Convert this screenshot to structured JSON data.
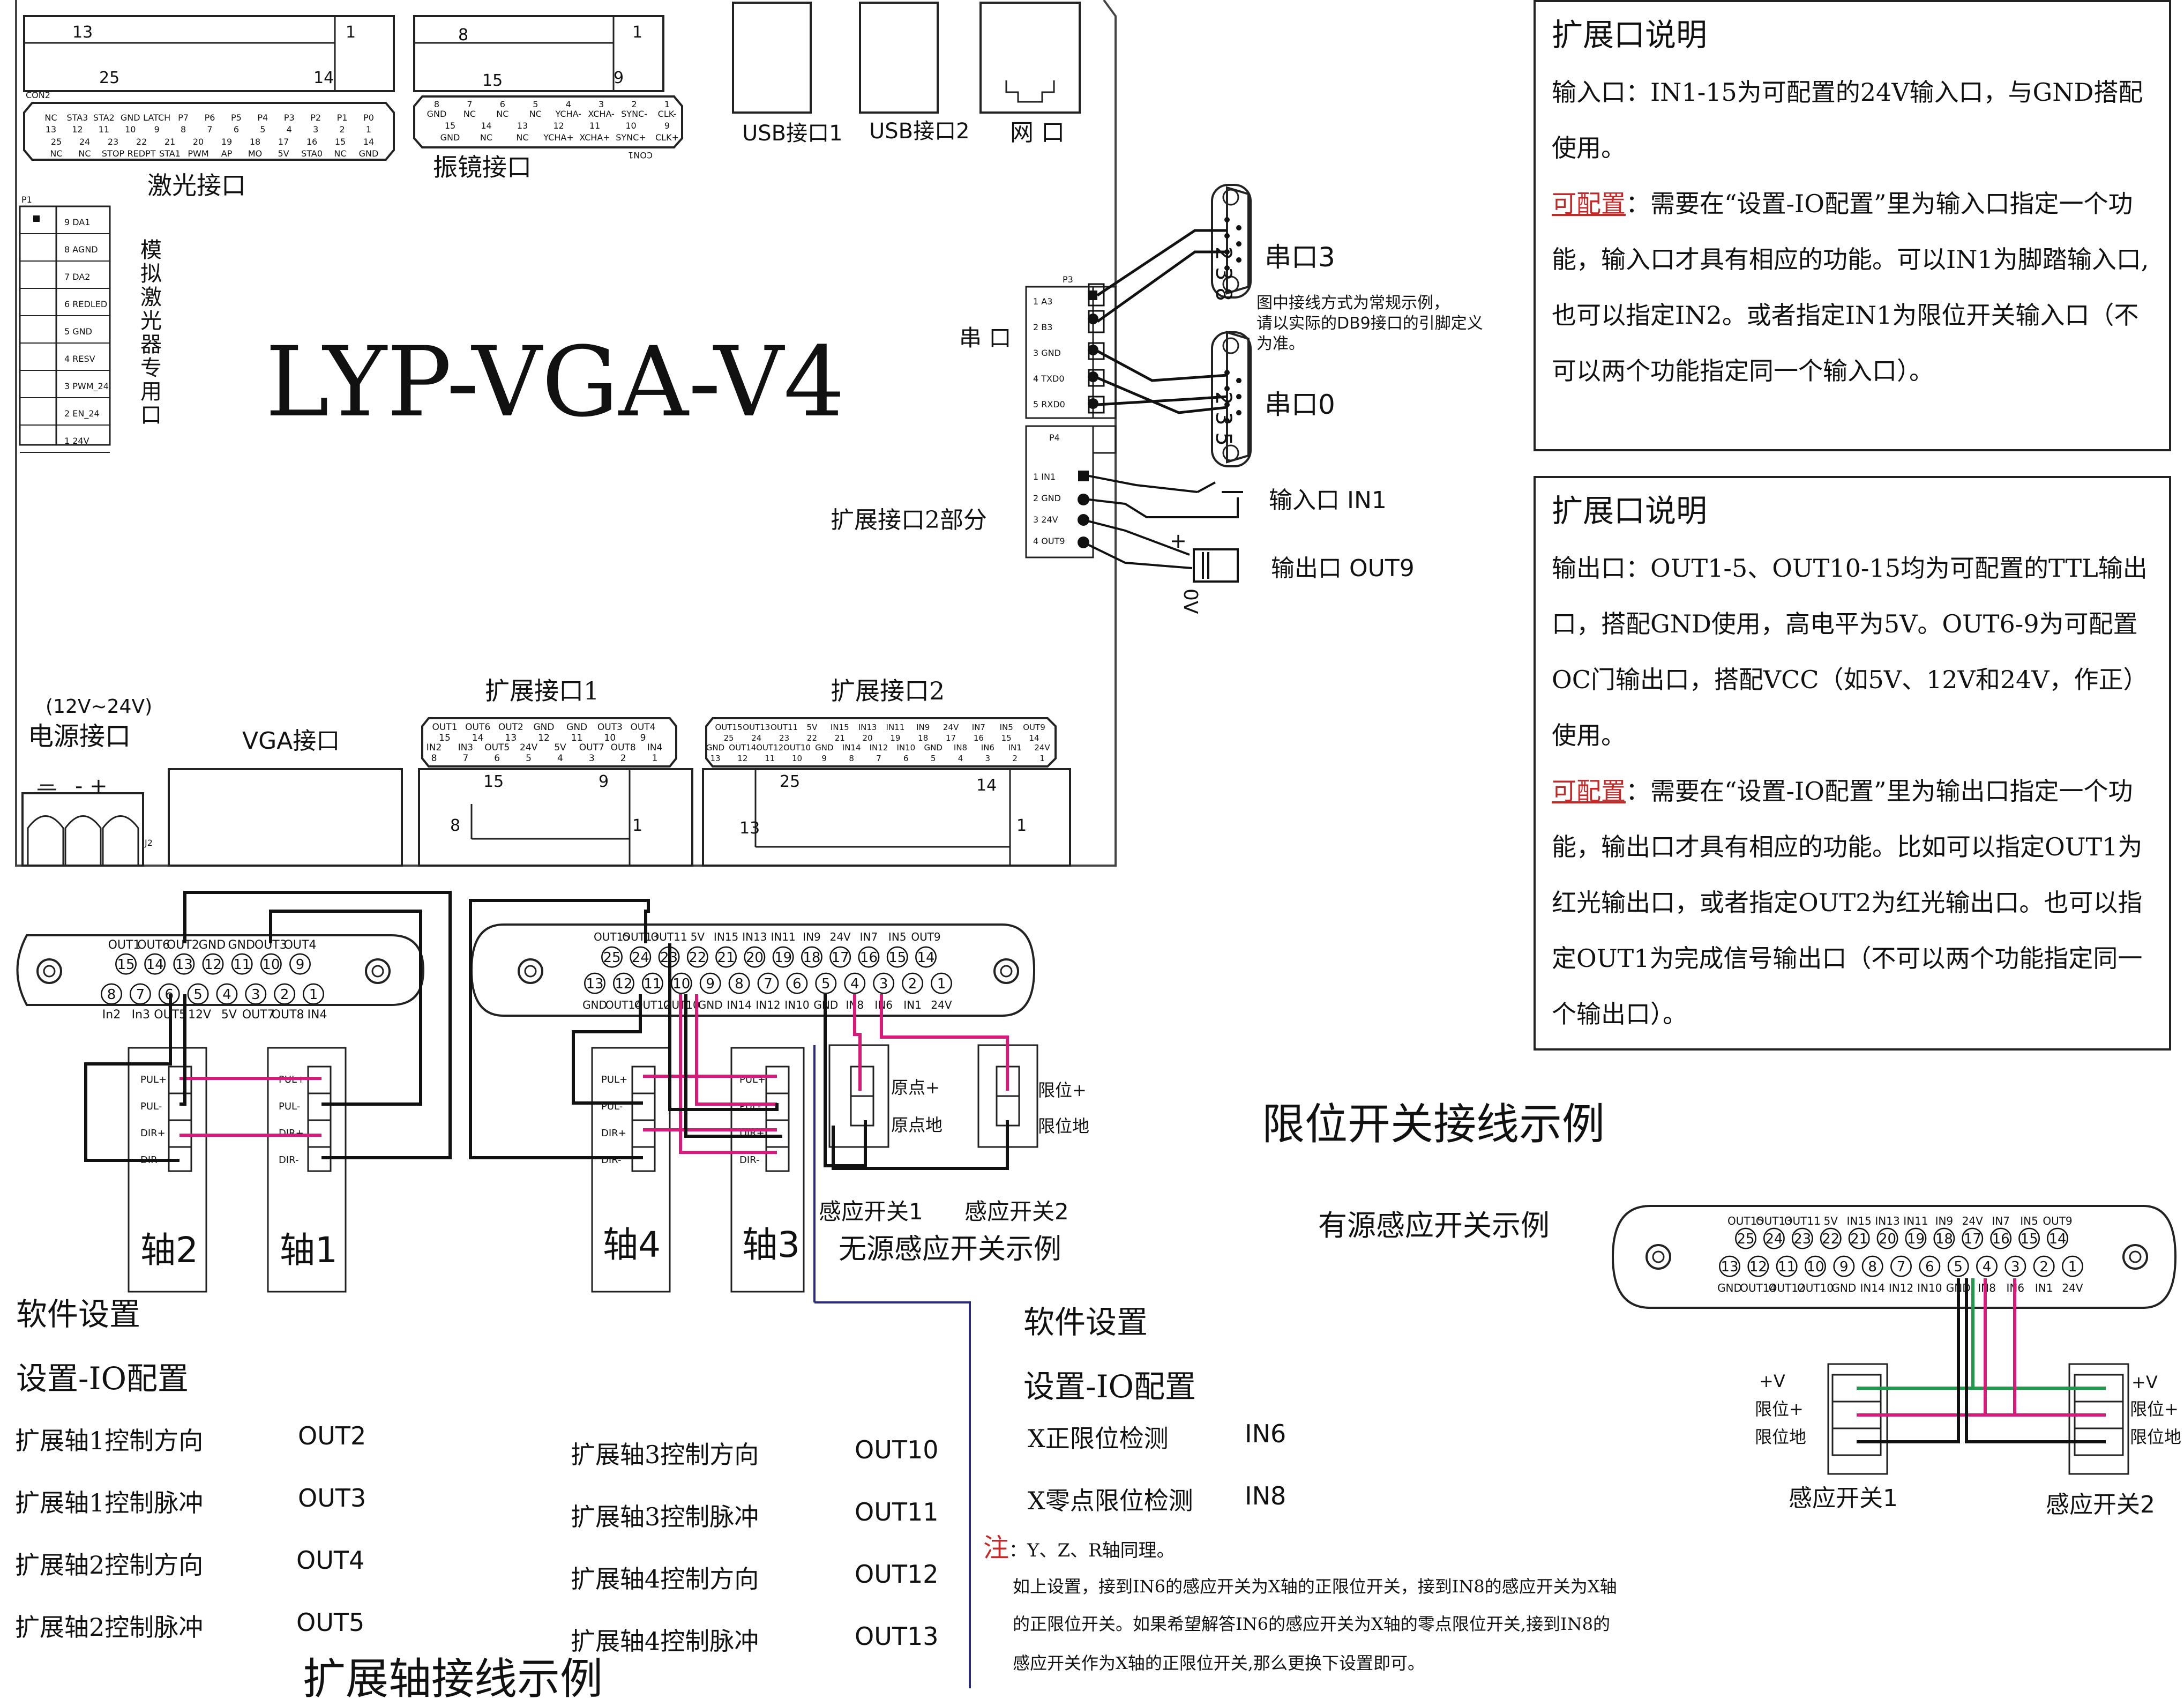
{
  "board": {
    "title": "LYP-VGA-V4",
    "con2": "CON2",
    "con1": "CON1",
    "laser_port": "激光接口",
    "galvo_port": "振镜接口",
    "usb1": "USB接口1",
    "usb2": "USB接口2",
    "network": "网 口",
    "p1": "P1",
    "p3": "P3",
    "p4": "P4",
    "j2": "J2",
    "analog_label": "模拟激光器专用口",
    "serial": "串 口",
    "serial3": "串口3",
    "serial0": "串口0",
    "serial_note": "图中接线方式为常规示例，请以实际的DB9接口的引脚定义为准。",
    "db9_pins_top": "2 3 8",
    "db9_pins_bottom": "2 3 5",
    "exp2_part": "扩展接口2部分",
    "input_in1": "输入口 IN1",
    "output_out9": "输出口 OUT9",
    "plus": "+",
    "zero_v": "0V",
    "power_voltage": "(12V~24V)",
    "power_port": "电源接口",
    "power_signs": "- +",
    "vga_port": "VGA接口",
    "exp1_title": "扩展接口1",
    "exp2_title": "扩展接口2",
    "con2_nums": {
      "a": "13",
      "b": "1",
      "c": "25",
      "d": "14"
    },
    "con1_nums": {
      "a": "8",
      "b": "1",
      "c": "15",
      "d": "9"
    },
    "exp1_nums": {
      "a": "15",
      "b": "9",
      "c": "8",
      "d": "1"
    },
    "exp2_nums": {
      "a": "25",
      "b": "14",
      "c": "13",
      "d": "1"
    },
    "laser_top_names": [
      "NC",
      "STA3",
      "STA2",
      "GND",
      "LATCH",
      "P7",
      "P6",
      "P5",
      "P4",
      "P3",
      "P2",
      "P1",
      "P0"
    ],
    "laser_top_nums": [
      "13",
      "12",
      "11",
      "10",
      "9",
      "8",
      "7",
      "6",
      "5",
      "4",
      "3",
      "2",
      "1"
    ],
    "laser_bot_names": [
      "NC",
      "NC",
      "STOP",
      "REDPT",
      "STA1",
      "PWM",
      "AP",
      "MO",
      "5V",
      "STA0",
      "NC",
      "GND"
    ],
    "laser_bot_nums": [
      "25",
      "24",
      "23",
      "22",
      "21",
      "20",
      "19",
      "18",
      "17",
      "16",
      "15",
      "14"
    ],
    "galvo_top_names": [
      "GND",
      "NC",
      "NC",
      "NC",
      "YCHA-",
      "XCHA-",
      "SYNC-",
      "CLK-"
    ],
    "galvo_top_nums": [
      "8",
      "7",
      "6",
      "5",
      "4",
      "3",
      "2",
      "1"
    ],
    "galvo_bot_names": [
      "GND",
      "NC",
      "NC",
      "YCHA+",
      "XCHA+",
      "SYNC+",
      "CLK+"
    ],
    "galvo_bot_nums": [
      "15",
      "14",
      "13",
      "12",
      "11",
      "10",
      "9"
    ],
    "p1_pins": [
      "9 DA1",
      "8 AGND",
      "7 DA2",
      "6 REDLED",
      "5 GND",
      "4 RESV",
      "3 PWM_24",
      "2 EN_24",
      "1 24V"
    ],
    "p3_pins": [
      "1 A3",
      "2 B3",
      "3 GND",
      "4 TXD0",
      "5 RXD0"
    ],
    "p4_pins": [
      "1 IN1",
      "2 GND",
      "3 24V",
      "4 OUT9"
    ],
    "exp1_pin_top_names": [
      "OUT1",
      "OUT6",
      "OUT2",
      "GND",
      "GND",
      "OUT3",
      "OUT4"
    ],
    "exp1_pin_top_nums": [
      "15",
      "14",
      "13",
      "12",
      "11",
      "10",
      "9"
    ],
    "exp1_pin_bot_names": [
      "IN2",
      "IN3",
      "OUT5",
      "24V",
      "5V",
      "OUT7",
      "OUT8",
      "IN4"
    ],
    "exp1_pin_bot_nums": [
      "8",
      "7",
      "6",
      "5",
      "4",
      "3",
      "2",
      "1"
    ],
    "exp2_pin_top_names": [
      "OUT15",
      "OUT13",
      "OUT11",
      "5V",
      "IN15",
      "IN13",
      "IN11",
      "IN9",
      "24V",
      "IN7",
      "IN5",
      "OUT9"
    ],
    "exp2_pin_top_nums": [
      "25",
      "24",
      "23",
      "22",
      "21",
      "20",
      "19",
      "18",
      "17",
      "16",
      "15",
      "14"
    ],
    "exp2_pin_bot_names": [
      "GND",
      "OUT14",
      "OUT12",
      "OUT10",
      "GND",
      "IN14",
      "IN12",
      "IN10",
      "GND",
      "IN8",
      "IN6",
      "IN1",
      "24V"
    ],
    "exp2_pin_bot_nums": [
      "13",
      "12",
      "11",
      "10",
      "9",
      "8",
      "7",
      "6",
      "5",
      "4",
      "3",
      "2",
      "1"
    ]
  },
  "input_box": {
    "title": "扩展口说明",
    "line1": "输入口：IN1-15为可配置的24V输入口，与GND搭配使用。",
    "configurable": "可配置",
    "line2": "：需要在“设置-IO配置”里为输入口指定一个功能，输入口才具有相应的功能。可以IN1为脚踏输入口,也可以指定IN2。或者指定IN1为限位开关输入口（不可以两个功能指定同一个输入口）。"
  },
  "output_box": {
    "title": "扩展口说明",
    "line1": "输出口：OUT1-5、OUT10-15均为可配置的TTL输出口，搭配GND使用，高电平为5V。OUT6-9为可配置OC门输出口，搭配VCC（如5V、12V和24V，作正）使用。",
    "configurable": "可配置",
    "line2": "：需要在“设置-IO配置”里为输出口指定一个功能，输出口才具有相应的功能。比如可以指定OUT1为红光输出口，或者指定OUT2为红光输出口。也可以指定OUT1为完成信号输出口（不可以两个功能指定同一个输出口）。"
  },
  "connectors": {
    "small_top_names": [
      "OUT1",
      "OUT6",
      "OUT2",
      "GND",
      "GND",
      "OUT3",
      "OUT4"
    ],
    "small_top_nums": [
      "15",
      "14",
      "13",
      "12",
      "11",
      "10",
      "9"
    ],
    "small_bot_nums": [
      "8",
      "7",
      "6",
      "5",
      "4",
      "3",
      "2",
      "1"
    ],
    "small_bot_names": [
      "In2",
      "In3",
      "OUT5",
      "12V",
      "5V",
      "OUT7",
      "OUT8",
      "IN4"
    ],
    "big_top_names": [
      "OUT15",
      "OUT13",
      "OUT11",
      "5V",
      "IN15",
      "IN13",
      "IN11",
      "IN9",
      "24V",
      "IN7",
      "IN5",
      "OUT9"
    ],
    "big_top_nums": [
      "25",
      "24",
      "23",
      "22",
      "21",
      "20",
      "19",
      "18",
      "17",
      "16",
      "15",
      "14"
    ],
    "big_bot_nums": [
      "13",
      "12",
      "11",
      "10",
      "9",
      "8",
      "7",
      "6",
      "5",
      "4",
      "3",
      "2",
      "1"
    ],
    "big_bot_names": [
      "GND",
      "OUT14",
      "OUT12",
      "OUT10",
      "GND",
      "IN14",
      "IN12",
      "IN10",
      "GND",
      "IN8",
      "IN6",
      "IN1",
      "24V"
    ]
  },
  "drivers": {
    "pins": [
      "PUL+",
      "PUL-",
      "DIR+",
      "DIR-"
    ],
    "axis1": "轴1",
    "axis2": "轴2",
    "axis3": "轴3",
    "axis4": "轴4"
  },
  "passive": {
    "origin_plus": "原点+",
    "origin_gnd": "原点地",
    "limit_plus": "限位+",
    "limit_gnd": "限位地",
    "sensor1": "感应开关1",
    "sensor2": "感应开关2",
    "title": "无源感应开关示例"
  },
  "limit_title": "限位开关接线示例",
  "active": {
    "title": "有源感应开关示例",
    "vplus": "+V",
    "limit_plus": "限位+",
    "limit_gnd": "限位地",
    "sensor1": "感应开关1",
    "sensor2": "感应开关2"
  },
  "software_left": {
    "title": "软件设置",
    "io": "设置-IO配置",
    "rows": [
      {
        "k": "扩展轴1控制方向",
        "v": "OUT2"
      },
      {
        "k": "扩展轴1控制脉冲",
        "v": "OUT3"
      },
      {
        "k": "扩展轴2控制方向",
        "v": "OUT4"
      },
      {
        "k": "扩展轴2控制脉冲",
        "v": "OUT5"
      }
    ]
  },
  "software_mid": {
    "rows": [
      {
        "k": "扩展轴3控制方向",
        "v": "OUT10"
      },
      {
        "k": "扩展轴3控制脉冲",
        "v": "OUT11"
      },
      {
        "k": "扩展轴4控制方向",
        "v": "OUT12"
      },
      {
        "k": "扩展轴4控制脉冲",
        "v": "OUT13"
      }
    ],
    "title": "扩展轴接线示例"
  },
  "software_right": {
    "title": "软件设置",
    "io": "设置-IO配置",
    "rows": [
      {
        "k": "X正限位检测",
        "v": "IN6"
      },
      {
        "k": "X零点限位检测",
        "v": "IN8"
      }
    ],
    "note_label": "注",
    "note_head": "：Y、Z、R轴同理。",
    "note1": "如上设置，接到IN6的感应开关为X轴的正限位开关，接到IN8的感应开关为X轴",
    "note2": "的正限位开关。如果希望解答IN6的感应开关为X轴的零点限位开关,接到IN8的",
    "note3": "感应开关作为X轴的正限位开关,那么更换下设置即可。"
  },
  "colors": {
    "wire_magenta": "#d81b7a",
    "wire_green": "#1e9a4a",
    "wire_black": "#111111",
    "divider_navy": "#2a2a7a",
    "note_red": "#c62828"
  }
}
